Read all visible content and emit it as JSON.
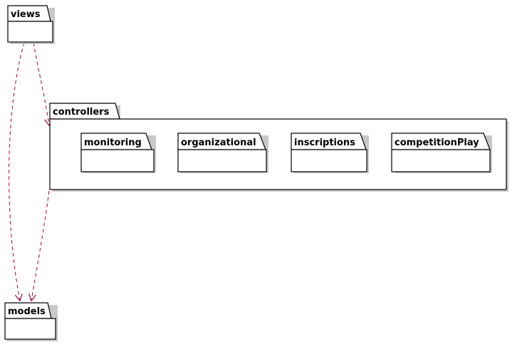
{
  "diagram": {
    "packages": {
      "views": "views",
      "controllers": "controllers",
      "models": "models",
      "monitoring": "monitoring",
      "organizational": "organizational",
      "inscriptions": "inscriptions",
      "competitionPlay": "competitionPlay"
    },
    "dependencies": [
      {
        "from": "views",
        "to": "controllers"
      },
      {
        "from": "views",
        "to": "models"
      },
      {
        "from": "controllers",
        "to": "models"
      }
    ],
    "colors": {
      "arrow": "#A80036",
      "stroke": "#000000",
      "fill": "#FFFFFF",
      "shadow": "#C8C8C8"
    }
  }
}
